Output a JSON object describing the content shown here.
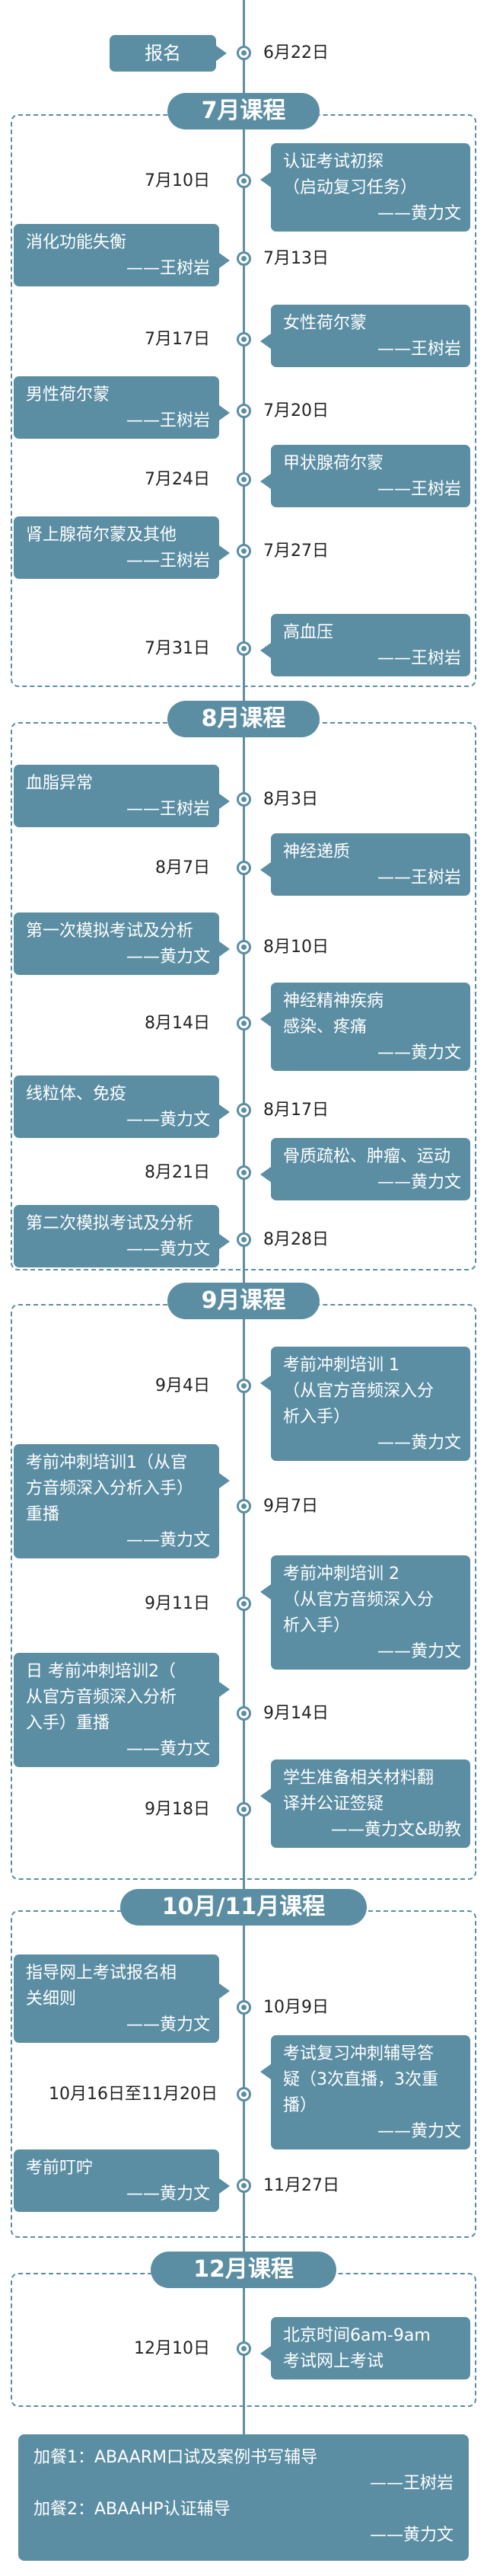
{
  "signup": {
    "label": "报名",
    "date": "6月22日"
  },
  "sections": {
    "july": "7月课程",
    "august": "8月课程",
    "september": "9月课程",
    "octnov": "10月/11月课程",
    "december": "12月课程"
  },
  "july": {
    "d1": "7月10日",
    "e1": [
      "认证考试初探",
      "（启动复习任务）"
    ],
    "a1": "——黄力文",
    "d2": "7月13日",
    "e2": [
      "消化功能失衡"
    ],
    "a2": "——王树岩",
    "d3": "7月17日",
    "e3": [
      "女性荷尔蒙"
    ],
    "a3": "——王树岩",
    "d4": "7月20日",
    "e4": [
      "男性荷尔蒙"
    ],
    "a4": "——王树岩",
    "d5": "7月24日",
    "e5": [
      "甲状腺荷尔蒙"
    ],
    "a5": "——王树岩",
    "d6": "7月27日",
    "e6": [
      "肾上腺荷尔蒙及其他"
    ],
    "a6": "——王树岩",
    "d7": "7月31日",
    "e7": [
      "高血压"
    ],
    "a7": "——王树岩"
  },
  "august": {
    "d1": "8月3日",
    "e1": [
      "血脂异常"
    ],
    "a1": "——王树岩",
    "d2": "8月7日",
    "e2": [
      "神经递质"
    ],
    "a2": "——王树岩",
    "d3": "8月10日",
    "e3": [
      "第一次模拟考试及分析"
    ],
    "a3": "——黄力文",
    "d4": "8月14日",
    "e4": [
      "神经精神疾病",
      "感染、疼痛"
    ],
    "a4": "——黄力文",
    "d5": "8月17日",
    "e5": [
      "线粒体、免疫"
    ],
    "a5": "——黄力文",
    "d6": "8月21日",
    "e6": [
      "骨质疏松、肿瘤、运动"
    ],
    "a6": "——黄力文",
    "d7": "8月28日",
    "e7": [
      "第二次模拟考试及分析"
    ],
    "a7": "——黄力文"
  },
  "september": {
    "d1": "9月4日",
    "e1": [
      "考前冲刺培训 1",
      "（从官方音频深入分",
      "析入手）"
    ],
    "a1": "——黄力文",
    "d2": "9月7日",
    "e2": [
      "考前冲刺培训1（从官",
      "方音频深入分析入手）",
      "重播"
    ],
    "a2": "——黄力文",
    "d3": "9月11日",
    "e3": [
      "考前冲刺培训 2",
      "（从官方音频深入分",
      "析入手）"
    ],
    "a3": "——黄力文",
    "d4": "9月14日",
    "e4": [
      "日 考前冲刺培训2（",
      "从官方音频深入分析",
      "入手）重播"
    ],
    "a4": "——黄力文",
    "d5": "9月18日",
    "e5": [
      "学生准备相关材料翻",
      "译并公证签疑"
    ],
    "a5": "——黄力文&助教"
  },
  "octnov": {
    "d1": "10月9日",
    "e1": [
      "指导网上考试报名相",
      "关细则"
    ],
    "a1": "——黄力文",
    "d2": "10月16日至11月20日",
    "e2": [
      "考试复习冲刺辅导答",
      "疑（3次直播，3次重",
      "播）"
    ],
    "a2": "——黄力文",
    "d3": "11月27日",
    "e3": [
      "考前叮咛"
    ],
    "a3": "——黄力文"
  },
  "december": {
    "d1": "12月10日",
    "e1": [
      "北京时间6am-9am",
      "考试网上考试"
    ]
  },
  "extras": {
    "l1": "加餐1：ABAARM口试及案例书写辅导",
    "a1": "——王树岩",
    "l2": "加餐2：ABAAHP认证辅导",
    "a2": "——黄力文"
  },
  "colors": {
    "accent": "#5b8ea3"
  }
}
